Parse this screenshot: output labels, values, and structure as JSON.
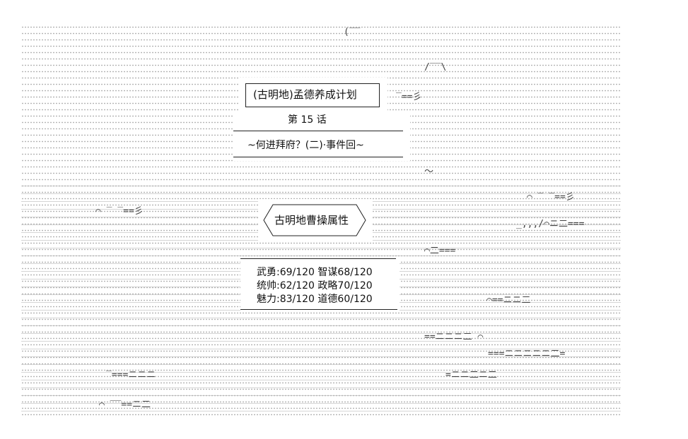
{
  "series_title": "(古明地)孟德养成计划",
  "chapter_label": "第 15 话",
  "chapter_subtitle": "~何进拜府？(二)·事件回~",
  "attributes_title": "古明地曹操属性",
  "stats": [
    {
      "text": "武勇:69/120 智谋68/120"
    },
    {
      "text": "统帅:62/120 政略70/120"
    },
    {
      "text": "魅力:83/120 道德60/120"
    }
  ]
}
